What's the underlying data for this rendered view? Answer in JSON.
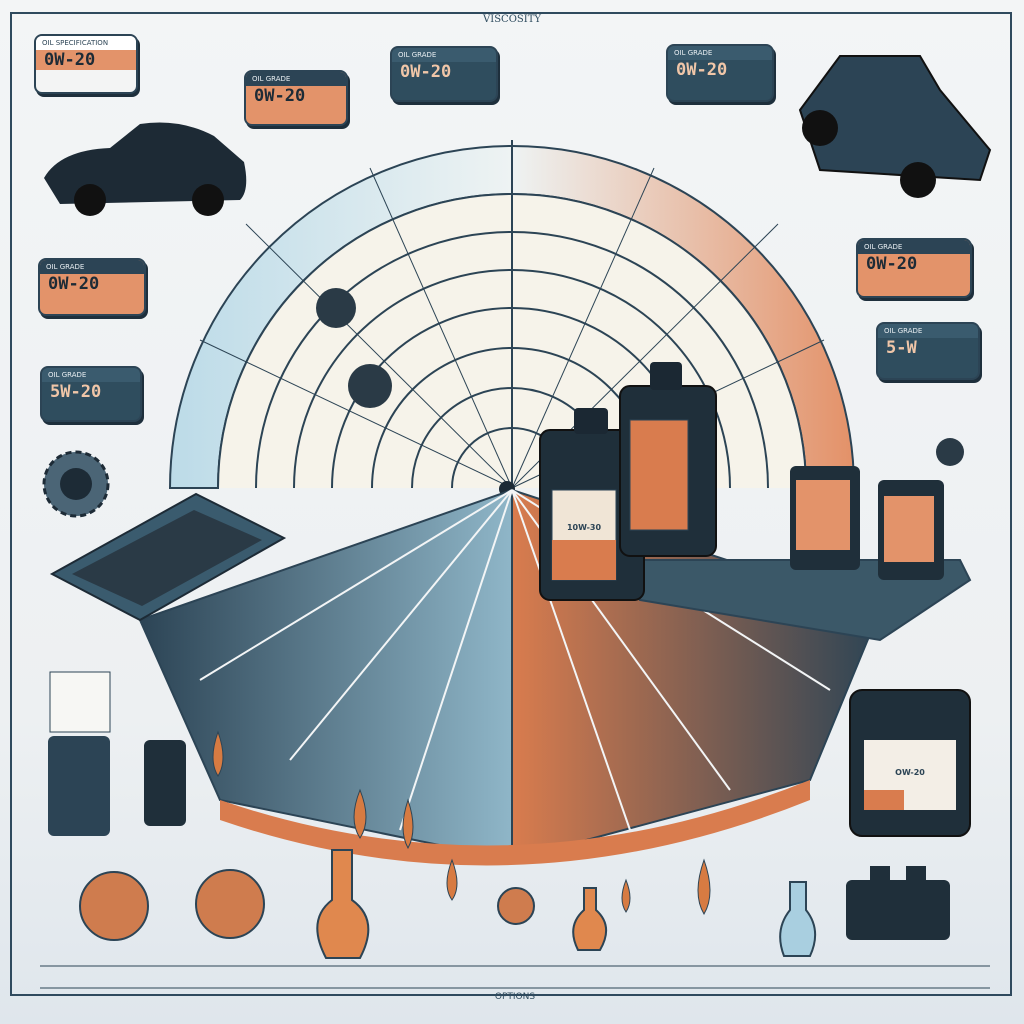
{
  "header": {
    "title": "VISCOSITY"
  },
  "footer": {
    "text": "OPTIONS"
  },
  "cards": [
    {
      "id": "top-left",
      "header": "OIL SPECIFICATION",
      "value": "0W-20"
    },
    {
      "id": "top-left-2",
      "header": "OIL GRADE",
      "value": "0W-20"
    },
    {
      "id": "top-center",
      "header": "OIL GRADE",
      "value": "0W-20"
    },
    {
      "id": "top-right",
      "header": "OIL GRADE",
      "value": "0W-20"
    },
    {
      "id": "mid-left",
      "header": "OIL GRADE",
      "value": "0W-20"
    },
    {
      "id": "mid-left-2",
      "header": "OIL GRADE",
      "value": "5W-20"
    },
    {
      "id": "mid-right",
      "header": "OIL GRADE",
      "value": "0W-20"
    },
    {
      "id": "mid-right-2",
      "header": "OIL GRADE",
      "value": "5-W"
    }
  ],
  "bottles": {
    "big": "10W-30",
    "right_tub": "OW-20"
  },
  "colors": {
    "navy": "#2c4455",
    "orange": "#e3936a",
    "light_blue": "#bcdbe8",
    "cream": "#f6f3ea"
  },
  "icons": [
    "sedan-car-icon",
    "pickup-truck-icon",
    "engine-icon",
    "gear-icon",
    "oil-bottle-icon",
    "oil-drop-icon",
    "oil-flask-icon",
    "battery-icon"
  ]
}
